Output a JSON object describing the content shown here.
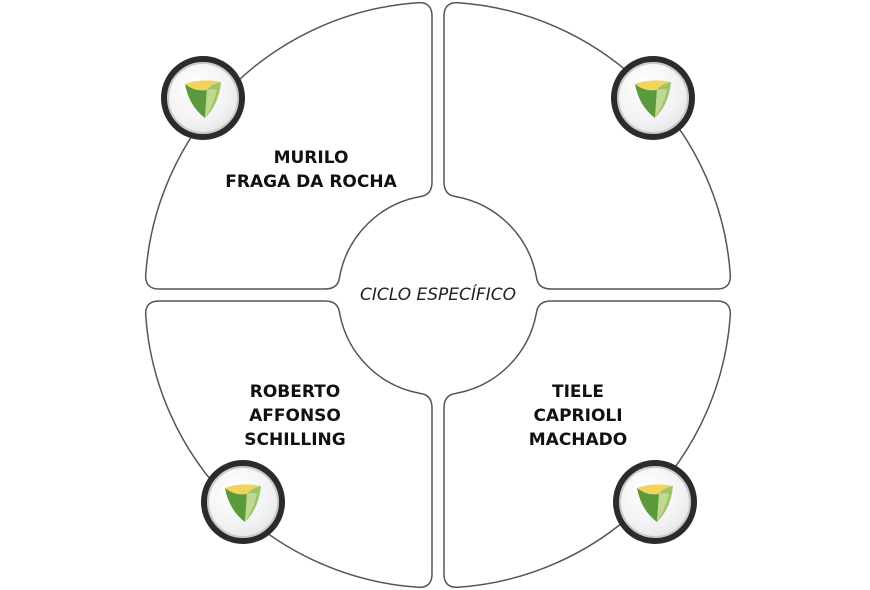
{
  "center": {
    "label": "CICLO ESPECÍFICO"
  },
  "quadrants": [
    {
      "position": "top-left",
      "lines": [
        "MURILO",
        "FRAGA DA ROCHA"
      ],
      "icon": "shield-logo-icon"
    },
    {
      "position": "top-right",
      "lines": [],
      "icon": "shield-logo-icon"
    },
    {
      "position": "bottom-left",
      "lines": [
        "ROBERTO",
        "AFFONSO",
        "SCHILLING"
      ],
      "icon": "shield-logo-icon"
    },
    {
      "position": "bottom-right",
      "lines": [
        "TIELE",
        "CAPRIOLI",
        "MACHADO"
      ],
      "icon": "shield-logo-icon"
    }
  ],
  "colors": {
    "stroke": "#555555",
    "badge_border": "#2b2b2b",
    "logo_yellow": "#f3d45a",
    "logo_green": "#5a9a3c"
  }
}
